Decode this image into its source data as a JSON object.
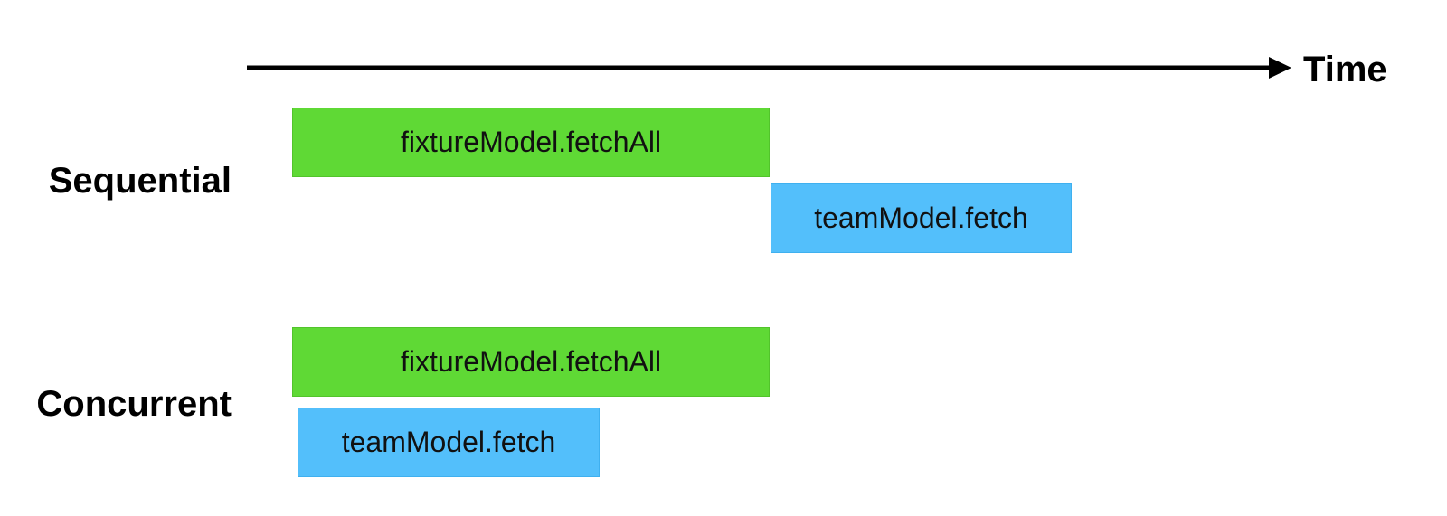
{
  "axis": {
    "label": "Time"
  },
  "rows": {
    "sequential": {
      "label": "Sequential",
      "tasks": [
        {
          "label": "fixtureModel.fetchAll",
          "color": "#5fd935"
        },
        {
          "label": "teamModel.fetch",
          "color": "#53bffb"
        }
      ]
    },
    "concurrent": {
      "label": "Concurrent",
      "tasks": [
        {
          "label": "fixtureModel.fetchAll",
          "color": "#5fd935"
        },
        {
          "label": "teamModel.fetch",
          "color": "#53bffb"
        }
      ]
    }
  }
}
